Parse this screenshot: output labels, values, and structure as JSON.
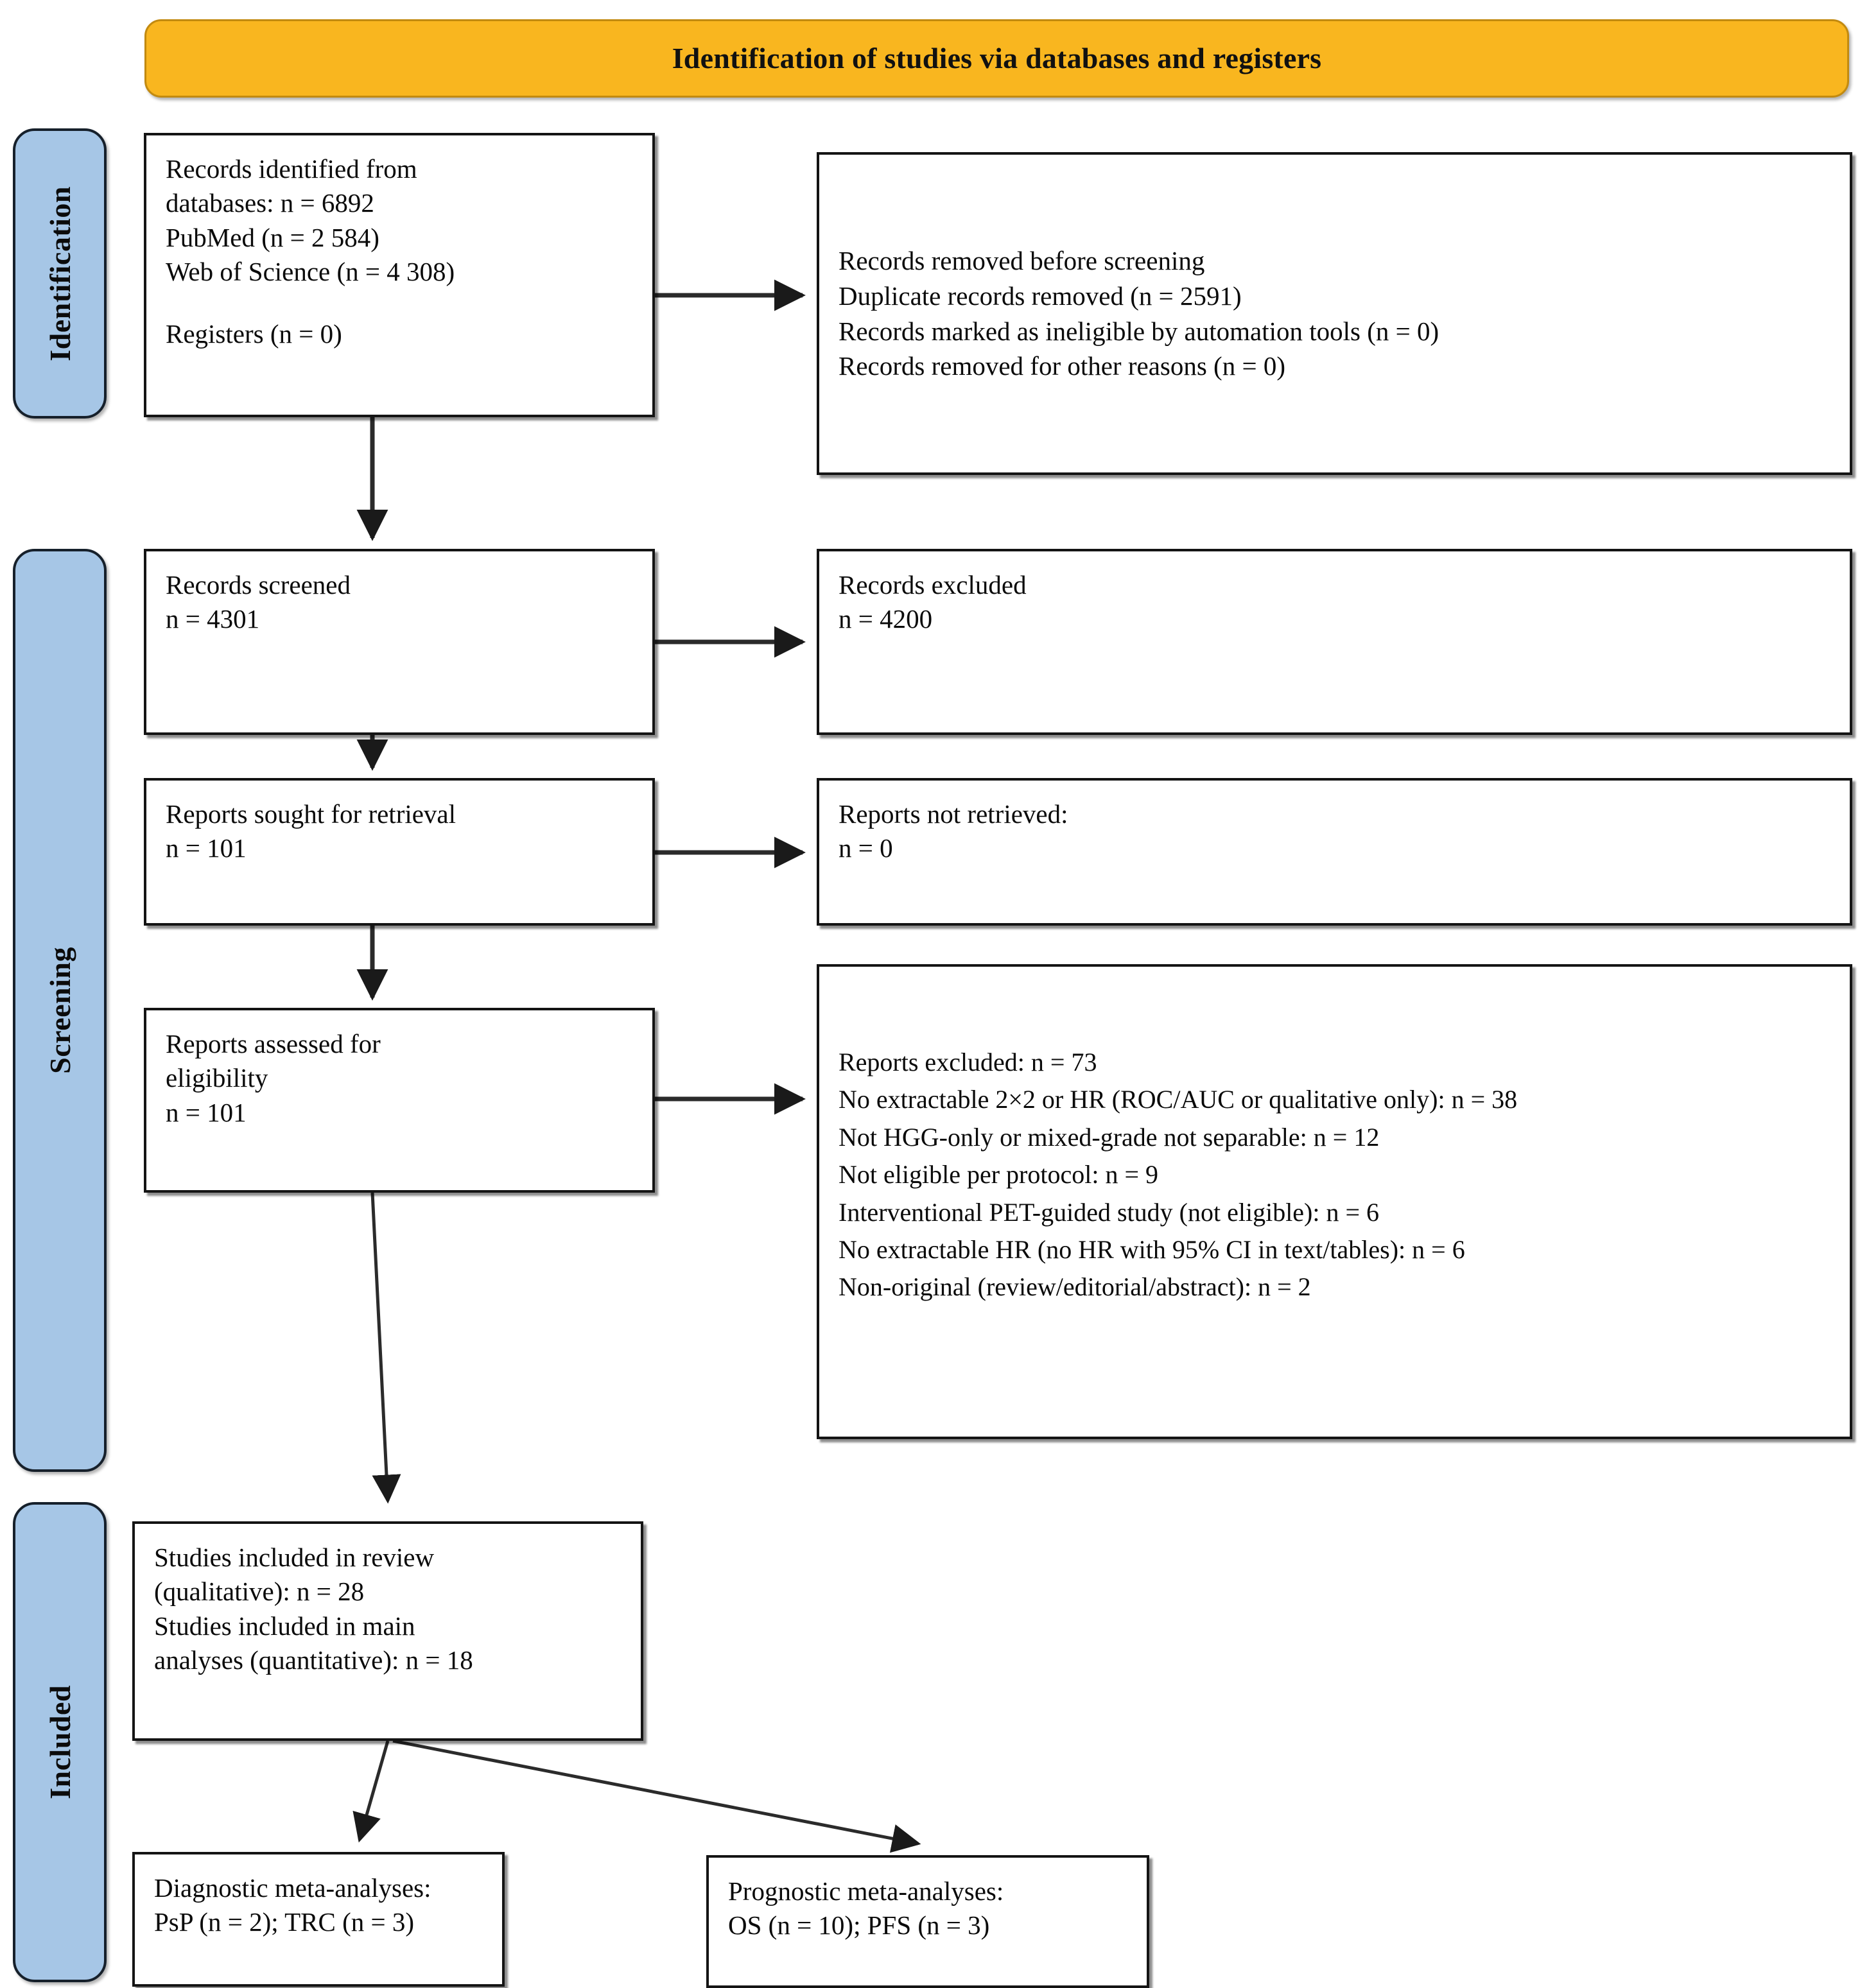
{
  "header": {
    "title": "Identification of studies via databases and registers",
    "bg_color": "#F9B61F"
  },
  "stages": [
    {
      "id": "identification",
      "label": "Identification"
    },
    {
      "id": "screening",
      "label": "Screening"
    },
    {
      "id": "included",
      "label": "Included"
    }
  ],
  "stage_bar_color": "#A6C6E6",
  "boxes": {
    "identified": {
      "line1": "Records identified from",
      "line2": "databases: n = 6892",
      "line3": "PubMed (n = 2 584)",
      "line4": "Web of Science (n = 4 308)",
      "line5": "Registers (n = 0)"
    },
    "removed": {
      "line1": "Records removed before screening",
      "line2": "Duplicate records removed (n = 2591)",
      "line3": "Records marked as ineligible by automation tools (n = 0)",
      "line4": "Records removed for other reasons (n = 0)"
    },
    "screened": {
      "line1": "Records screened",
      "line2": "n = 4301"
    },
    "excluded": {
      "line1": "Records excluded",
      "line2": "n = 4200"
    },
    "sought": {
      "line1": "Reports sought for retrieval",
      "line2": "n = 101"
    },
    "not_retrieved": {
      "line1": "Reports not retrieved:",
      "line2": "n = 0"
    },
    "assessed": {
      "line1": "Reports assessed for",
      "line2": "eligibility",
      "line3": "n = 101"
    },
    "reports_excluded": {
      "line1": "Reports excluded: n = 73",
      "line2": "No extractable 2×2 or HR (ROC/AUC or qualitative only): n = 38",
      "line3": "Not HGG-only or mixed-grade not separable: n = 12",
      "line4": "Not eligible per protocol: n = 9",
      "line5": "Interventional PET-guided study (not eligible): n = 6",
      "line6": "No extractable HR (no HR with 95% CI in text/tables): n = 6",
      "line7": "Non-original (review/editorial/abstract): n = 2"
    },
    "included_studies": {
      "line1": "Studies included in review",
      "line2": "(qualitative): n = 28",
      "line3": "Studies included in main",
      "line4": "analyses (quantitative): n = 18"
    },
    "diagnostic": {
      "line1": "Diagnostic meta-analyses:",
      "line2": "PsP (n = 2); TRC (n = 3)"
    },
    "prognostic": {
      "line1": "Prognostic meta-analyses:",
      "line2": "OS (n = 10); PFS (n = 3)"
    }
  },
  "chart_data": {
    "type": "diagram",
    "title": "Identification of studies via databases and registers",
    "flow": [
      {
        "stage": "Identification",
        "node": "Records identified from databases",
        "n": 6892,
        "breakdown": [
          {
            "source": "PubMed",
            "n": 2584
          },
          {
            "source": "Web of Science",
            "n": 4308
          },
          {
            "source": "Registers",
            "n": 0
          }
        ]
      },
      {
        "stage": "Identification",
        "node": "Records removed before screening",
        "breakdown": [
          {
            "reason": "Duplicate records removed",
            "n": 2591
          },
          {
            "reason": "Records marked as ineligible by automation tools",
            "n": 0
          },
          {
            "reason": "Records removed for other reasons",
            "n": 0
          }
        ]
      },
      {
        "stage": "Screening",
        "node": "Records screened",
        "n": 4301
      },
      {
        "stage": "Screening",
        "node": "Records excluded",
        "n": 4200
      },
      {
        "stage": "Screening",
        "node": "Reports sought for retrieval",
        "n": 101
      },
      {
        "stage": "Screening",
        "node": "Reports not retrieved",
        "n": 0
      },
      {
        "stage": "Screening",
        "node": "Reports assessed for eligibility",
        "n": 101
      },
      {
        "stage": "Screening",
        "node": "Reports excluded",
        "n": 73,
        "breakdown": [
          {
            "reason": "No extractable 2×2 or HR (ROC/AUC or qualitative only)",
            "n": 38
          },
          {
            "reason": "Not HGG-only or mixed-grade not separable",
            "n": 12
          },
          {
            "reason": "Not eligible per protocol",
            "n": 9
          },
          {
            "reason": "Interventional PET-guided study (not eligible)",
            "n": 6
          },
          {
            "reason": "No extractable HR (no HR with 95% CI in text/tables)",
            "n": 6
          },
          {
            "reason": "Non-original (review/editorial/abstract)",
            "n": 2
          }
        ]
      },
      {
        "stage": "Included",
        "node": "Studies included in review (qualitative)",
        "n": 28
      },
      {
        "stage": "Included",
        "node": "Studies included in main analyses (quantitative)",
        "n": 18
      },
      {
        "stage": "Included",
        "node": "Diagnostic meta-analyses",
        "breakdown": [
          {
            "outcome": "PsP",
            "n": 2
          },
          {
            "outcome": "TRC",
            "n": 3
          }
        ]
      },
      {
        "stage": "Included",
        "node": "Prognostic meta-analyses",
        "breakdown": [
          {
            "outcome": "OS",
            "n": 10
          },
          {
            "outcome": "PFS",
            "n": 3
          }
        ]
      }
    ]
  }
}
